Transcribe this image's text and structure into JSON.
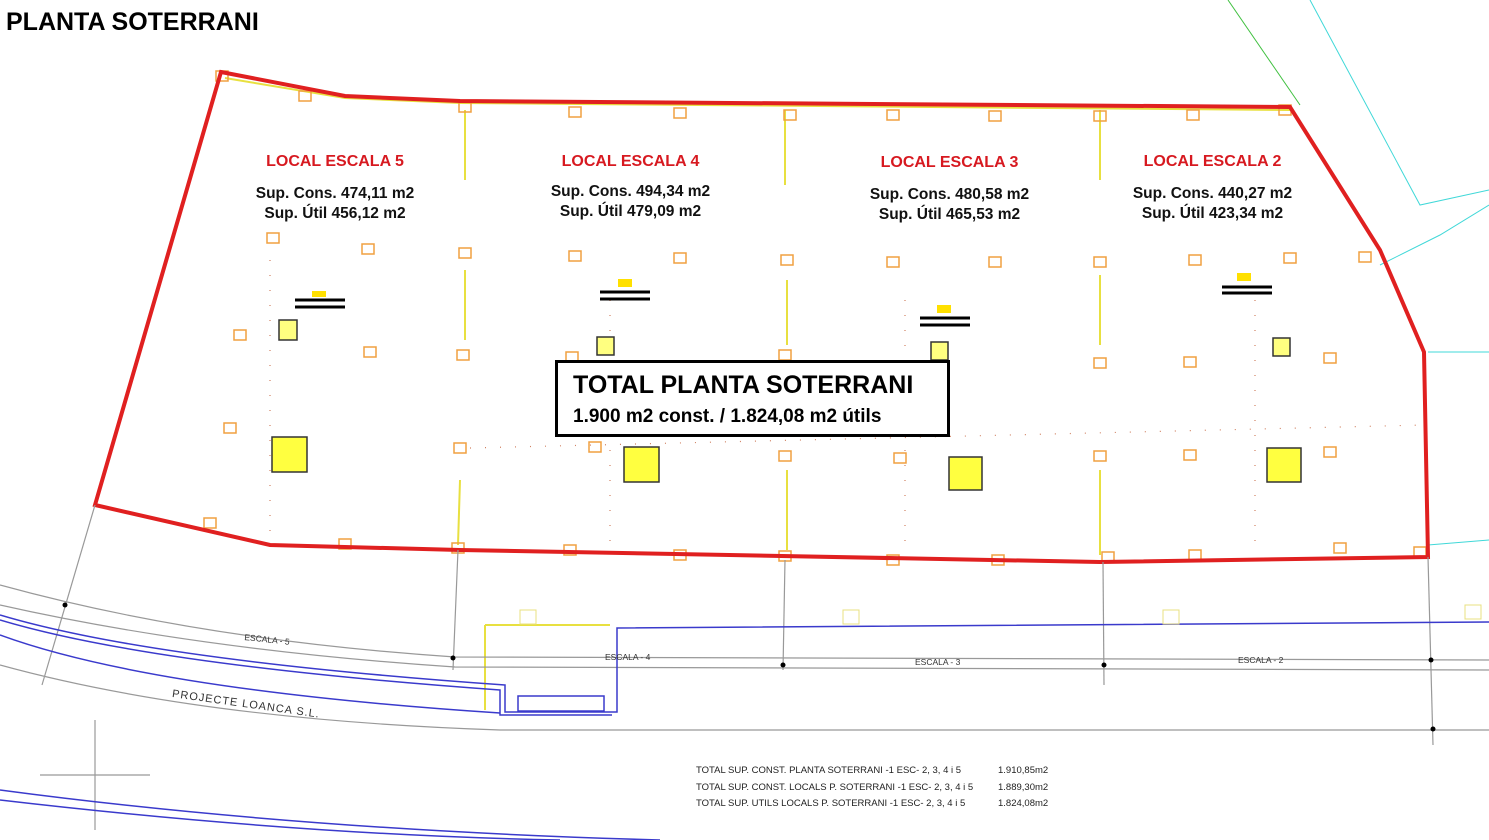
{
  "title": "PLANTA SOTERRANI",
  "locals": [
    {
      "name": "LOCAL ESCALA 5",
      "cons": "Sup. Cons. 474,11 m2",
      "util": "Sup. Útil 456,12 m2"
    },
    {
      "name": "LOCAL ESCALA 4",
      "cons": "Sup. Cons. 494,34 m2",
      "util": "Sup. Útil 479,09 m2"
    },
    {
      "name": "LOCAL ESCALA 3",
      "cons": "Sup. Cons. 480,58 m2",
      "util": "Sup. Útil 465,53 m2"
    },
    {
      "name": "LOCAL ESCALA 2",
      "cons": "Sup. Cons. 440,27 m2",
      "util": "Sup. Útil 423,34 m2"
    }
  ],
  "total": {
    "heading": "TOTAL PLANTA SOTERRANI",
    "values": "1.900 m2 const. / 1.824,08 m2 útils"
  },
  "street_labels": {
    "escala5": "ESCALA - 5",
    "escala4": "ESCALA - 4",
    "escala3": "ESCALA - 3",
    "escala2": "ESCALA - 2",
    "project": "PROJECTE  LOANCA  S.L."
  },
  "summary": [
    {
      "label": "TOTAL SUP. CONST. PLANTA SOTERRANI -1  ESC- 2, 3, 4 i 5",
      "value": "1.910,85m2"
    },
    {
      "label": "TOTAL SUP. CONST. LOCALS P. SOTERRANI -1  ESC- 2, 3, 4 i 5",
      "value": "1.889,30m2"
    },
    {
      "label": "TOTAL SUP. UTILS LOCALS P. SOTERRANI -1  ESC- 2, 3, 4 i 5",
      "value": "1.824,08m2"
    }
  ],
  "colors": {
    "outline": "#e02020",
    "column": "#f0a040",
    "structure": "#e8e040",
    "road": "#3a3acc",
    "street": "#888888",
    "cyan": "#40d8d8",
    "label": "#d71920"
  }
}
